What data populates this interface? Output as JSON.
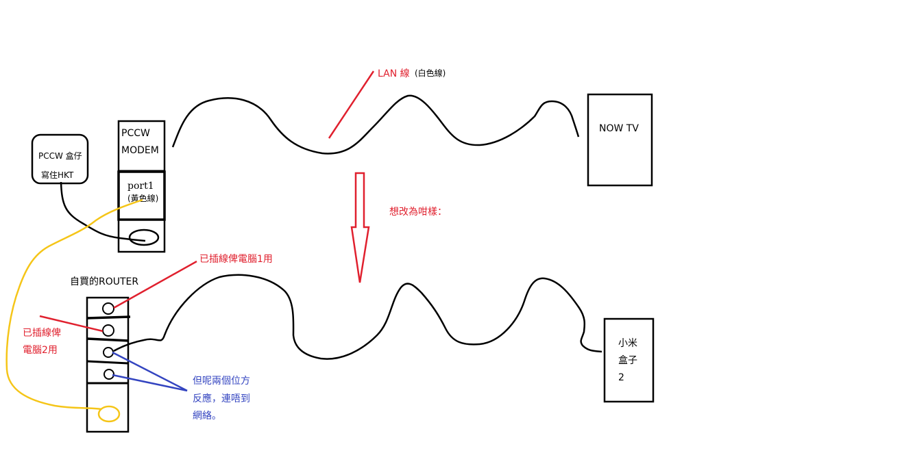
{
  "colors": {
    "black": "#000000",
    "red": "#e0202e",
    "blue": "#3344c0",
    "yellow": "#f5c518",
    "background": "#ffffff"
  },
  "top": {
    "lan_label": "LAN 線",
    "lan_note": "(白色線)",
    "pccw_box": {
      "line1": "PCCW 盒仔",
      "line2": "寫住HKT"
    },
    "modem": {
      "line1": "PCCW",
      "line2": "MODEM",
      "port_line1": "port1",
      "port_line2": "(黃色線)"
    },
    "now_tv": "NOW TV"
  },
  "arrow_label": "想改為咁樣：",
  "bottom": {
    "router_title": "自買的ROUTER",
    "port1_note": "已插線俾電腦1用",
    "port2_note": {
      "line1": "已插線俾",
      "line2": "電腦2用"
    },
    "blue_note": {
      "line1": "但呢兩個位方",
      "line2": "反應，連唔到",
      "line3": "網絡。"
    },
    "mi_box": {
      "line1": "小米",
      "line2": "盒子",
      "line3": "2"
    }
  }
}
